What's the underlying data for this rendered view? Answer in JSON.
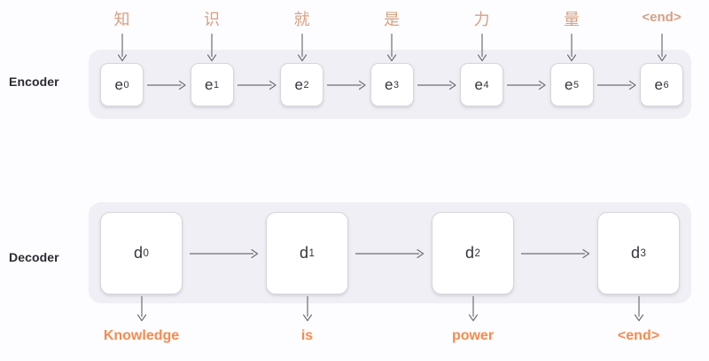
{
  "diagram": {
    "title": "seq2seq-encoder-decoder",
    "accent_color": "#f68b4e",
    "token_color": "#d6a183",
    "panel_color": "#f0eff5",
    "page_background": "#fdfcfe",
    "arrow_color": "#6e6e78"
  },
  "encoder": {
    "label": "Encoder",
    "cells": [
      {
        "base": "e",
        "sub": "0",
        "input_token": "知"
      },
      {
        "base": "e",
        "sub": "1",
        "input_token": "识"
      },
      {
        "base": "e",
        "sub": "2",
        "input_token": "就"
      },
      {
        "base": "e",
        "sub": "3",
        "input_token": "是"
      },
      {
        "base": "e",
        "sub": "4",
        "input_token": "力"
      },
      {
        "base": "e",
        "sub": "5",
        "input_token": "量"
      },
      {
        "base": "e",
        "sub": "6",
        "input_token": "<end>"
      }
    ]
  },
  "decoder": {
    "label": "Decoder",
    "cells": [
      {
        "base": "d",
        "sub": "0",
        "output_word": "Knowledge"
      },
      {
        "base": "d",
        "sub": "1",
        "output_word": "is"
      },
      {
        "base": "d",
        "sub": "2",
        "output_word": "power"
      },
      {
        "base": "d",
        "sub": "3",
        "output_word": "<end>"
      }
    ]
  }
}
